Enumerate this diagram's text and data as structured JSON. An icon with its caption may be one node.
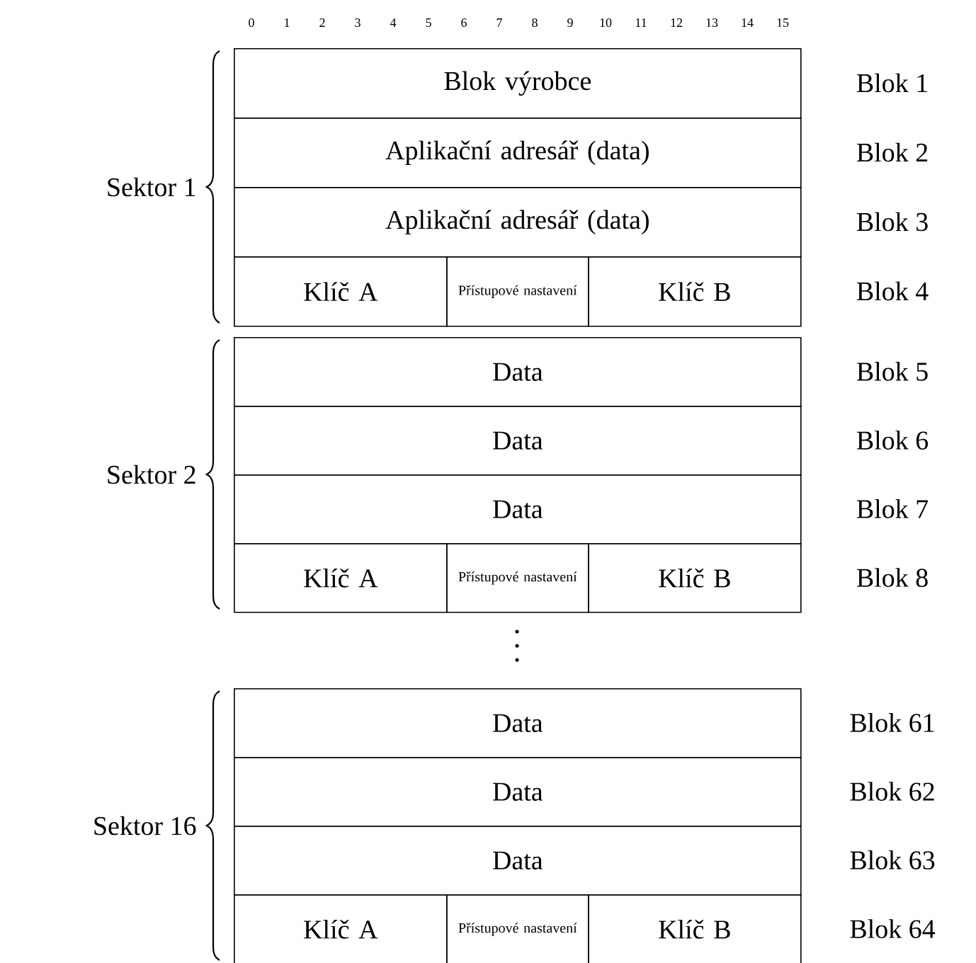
{
  "diagram": {
    "nodes": [
      {
        "text": [
          "Blok výrobce"
        ],
        "beside": [
          "Blok 1"
        ]
      },
      {
        "text": [
          "Aplikační adresář (data)"
        ],
        "beside": [
          "Blok 2"
        ]
      },
      {
        "text": [
          "Aplikační adresář (data)"
        ],
        "beside": [
          "Blok 3"
        ]
      },
      {
        "text": [
          "Klíč A"
        ]
      },
      {
        "text": [
          "Přístupové nastavení"
        ]
      },
      {
        "text": [
          "Klíč B"
        ],
        "beside": [
          "Blok 4"
        ]
      },
      {
        "text": [
          "Data"
        ],
        "beside": [
          "Blok 5"
        ]
      },
      {
        "text": [
          "Data"
        ],
        "beside": [
          "Blok 6"
        ]
      },
      {
        "text": [
          "Data"
        ],
        "beside": [
          "Blok 7"
        ]
      },
      {
        "text": [
          "Klíč A"
        ]
      },
      {
        "text": [
          "Přístupové nastavení"
        ]
      },
      {
        "text": [
          "Klíč B"
        ],
        "beside": [
          "Blok 8"
        ]
      },
      {
        "text": [
          "Data"
        ],
        "beside": [
          "Blok 61"
        ]
      },
      {
        "text": [
          "Data"
        ],
        "beside": [
          "Blok 62"
        ]
      },
      {
        "text": [
          "Data"
        ],
        "beside": [
          "Blok 63"
        ]
      },
      {
        "text": [
          "Klíč A"
        ]
      },
      {
        "text": [
          "Přístupové nastavení"
        ]
      },
      {
        "text": [
          "Klíč B"
        ],
        "beside": [
          "Blok 64"
        ]
      }
    ],
    "labels": [
      "0",
      "1",
      "2",
      "3",
      "4",
      "5",
      "6",
      "7",
      "8",
      "9",
      "10",
      "11",
      "12",
      "13",
      "14",
      "15",
      "Sektor 1",
      "Sektor 2",
      "Sektor 16"
    ]
  }
}
